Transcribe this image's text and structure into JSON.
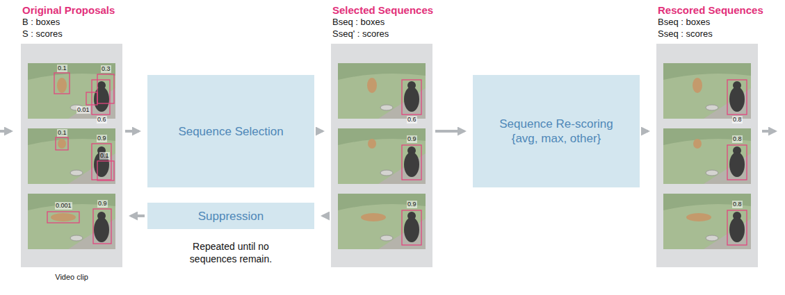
{
  "diagram": {
    "nodes": [
      {
        "text": [
          "Original Proposals",
          "B : boxes",
          "S : scores"
        ]
      },
      {
        "text": [
          "Sequence Selection"
        ]
      },
      {
        "text": [
          "Selected Sequences",
          "Bseq : boxes",
          "Sseq' : scores"
        ]
      },
      {
        "text": [
          "Sequence Re-scoring",
          "{avg, max, other}"
        ]
      },
      {
        "text": [
          "Rescored Sequences",
          "Bseq : boxes",
          "Sseq : scores"
        ]
      },
      {
        "text": [
          "Suppression"
        ]
      }
    ],
    "edges": [
      {
        "from": 0,
        "to": 1,
        "arrow": "to"
      },
      {
        "from": 1,
        "to": 2,
        "arrow": "to"
      },
      {
        "from": 2,
        "to": 3,
        "arrow": "to"
      },
      {
        "from": 3,
        "to": 4,
        "arrow": "to"
      },
      {
        "from": 2,
        "to": 5,
        "arrow": "to"
      },
      {
        "from": 5,
        "to": 0,
        "arrow": "to"
      }
    ],
    "labels": [
      "0.1",
      "0.3",
      "0.01",
      "0.6",
      "0.1",
      "0.9",
      "0.1",
      "0.001",
      "0.9",
      "0.6",
      "0.9",
      "0.9",
      "0.8",
      "0.8",
      "0.8",
      "Video clip",
      "Repeated until no sequences remain."
    ]
  }
}
